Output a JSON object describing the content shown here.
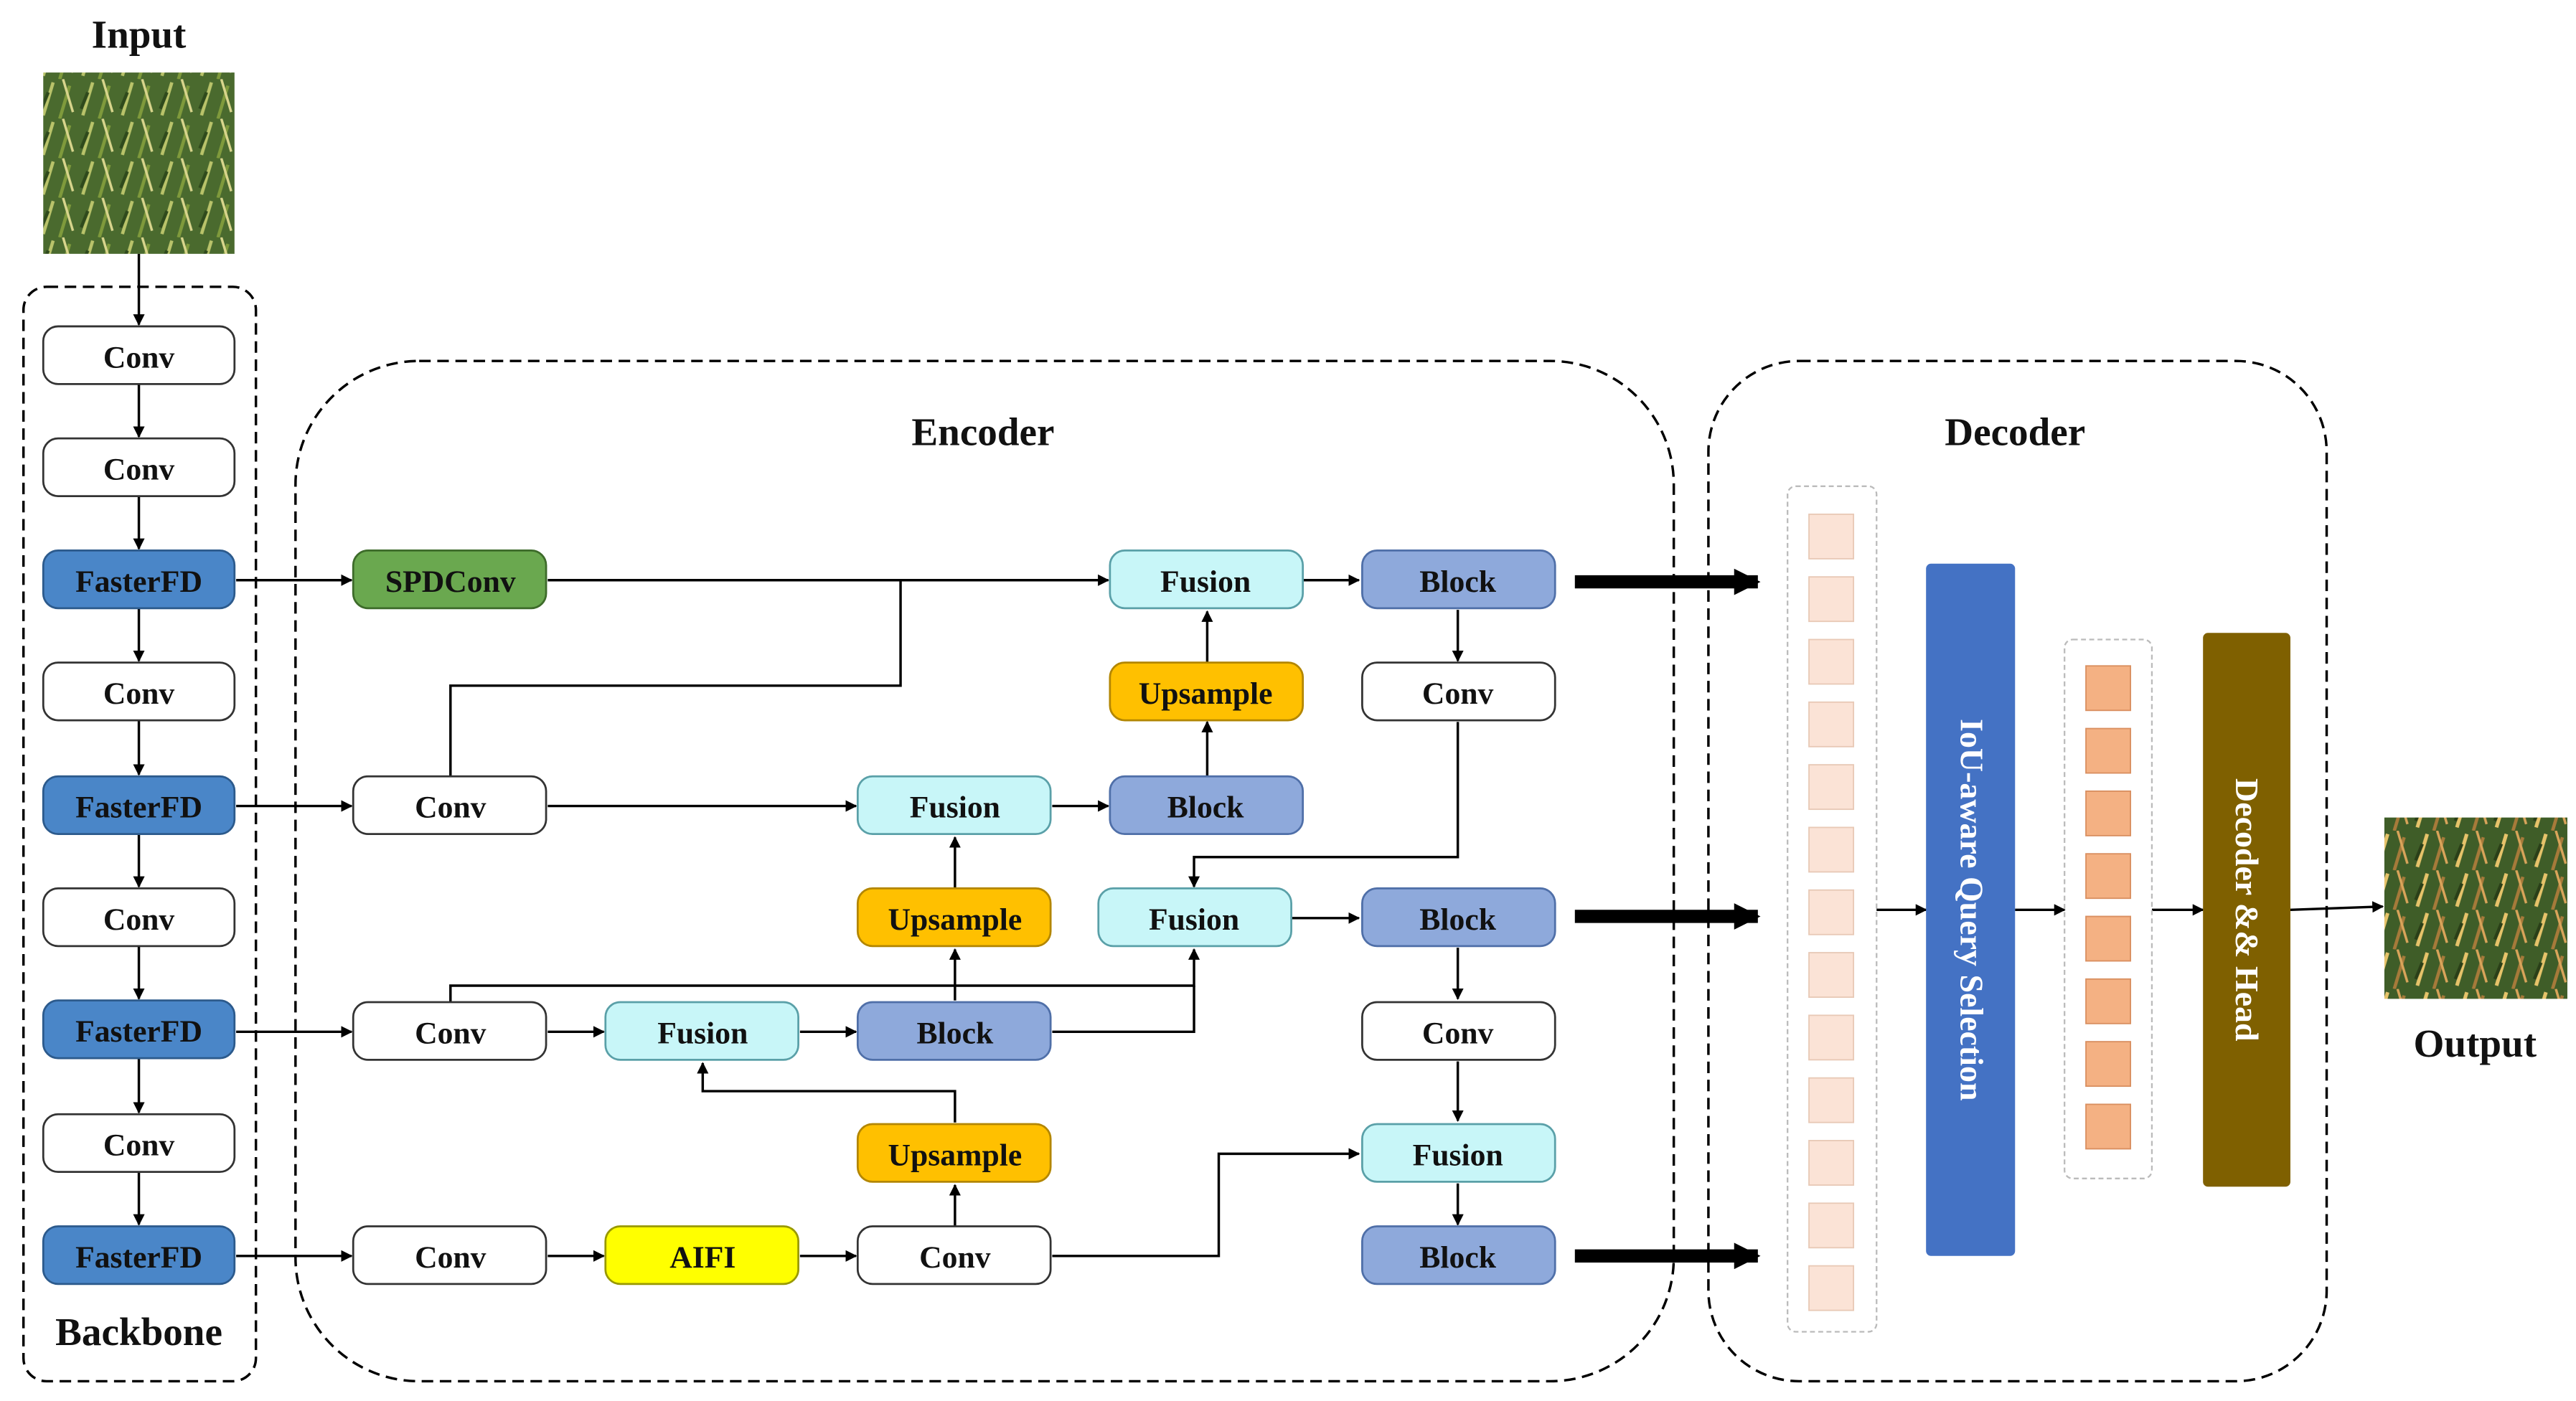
{
  "labels": {
    "input": "Input",
    "output": "Output",
    "backbone": "Backbone",
    "encoder": "Encoder",
    "decoder": "Decoder",
    "query_selection": "IoU-aware Query Selection",
    "decoder_head": "Decoder && Head"
  },
  "backbone": {
    "items": [
      "Conv",
      "Conv",
      "FasterFD",
      "Conv",
      "FasterFD",
      "Conv",
      "FasterFD",
      "Conv",
      "FasterFD"
    ]
  },
  "encoder": {
    "spdconv": "SPDConv",
    "conv_a": "Conv",
    "conv_b": "Conv",
    "conv_c": "Conv",
    "aifi": "AIFI",
    "conv_d": "Conv",
    "fusion_top": "Fusion",
    "block_top": "Block",
    "upsample_top": "Upsample",
    "conv_right_top": "Conv",
    "fusion_mid": "Fusion",
    "block_mid": "Block",
    "upsample_mid": "Upsample",
    "fusion_mid_right": "Fusion",
    "block_mid_right": "Block",
    "fusion_low": "Fusion",
    "block_low": "Block",
    "upsample_low": "Upsample",
    "conv_right_low": "Conv",
    "fusion_bottom": "Fusion",
    "block_bottom": "Block"
  },
  "colors": {
    "fasterfd": "#4a86c8",
    "spdconv": "#6aa84f",
    "fusion": "#c8f6f8",
    "block": "#8ea9db",
    "upsample": "#ffc000",
    "aifi": "#ffff00",
    "conv": "#ffffff",
    "query_bar": "#4472c4",
    "decoder_bar": "#7f6000",
    "query_light": "#fbe3d6",
    "query_dark": "#f4b183"
  },
  "icons": {
    "input_image": "wheat-field-image",
    "output_image": "wheat-field-detection-image"
  }
}
